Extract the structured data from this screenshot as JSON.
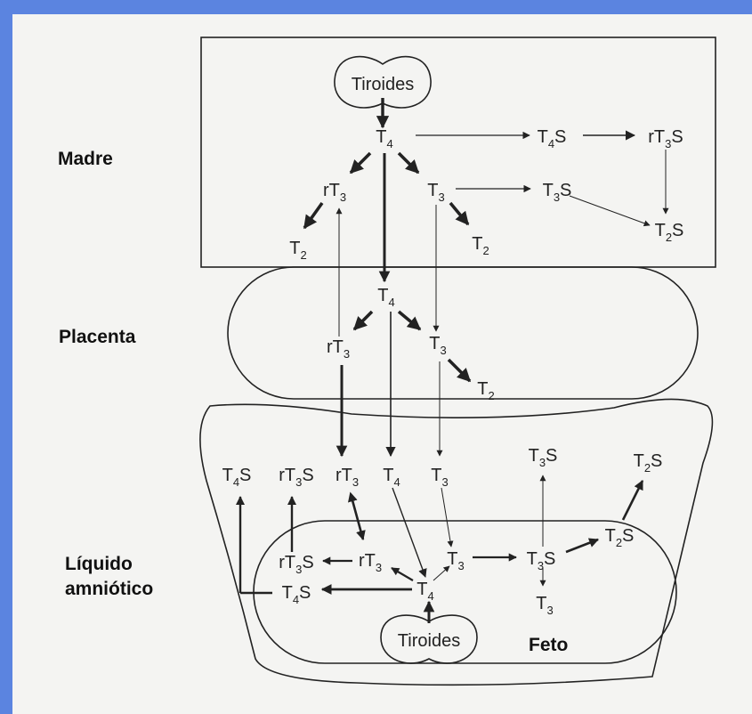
{
  "colors": {
    "frame": "#5b84e0",
    "paper": "#f4f4f2",
    "ink": "#222222"
  },
  "regions": {
    "madre": "Madre",
    "placenta": "Placenta",
    "liquido_1": "Líquido",
    "liquido_2": "amniótico",
    "feto": "Feto"
  },
  "glands": {
    "maternal": "Tiroides",
    "fetal": "Tiroides"
  },
  "nodes": {
    "m_t4": {
      "base": "T",
      "sub": "4",
      "post": ""
    },
    "m_t4s": {
      "base": "T",
      "sub": "4",
      "post": "S"
    },
    "m_rt3s": {
      "base": "rT",
      "sub": "3",
      "post": "S"
    },
    "m_rt3": {
      "base": "rT",
      "sub": "3",
      "post": ""
    },
    "m_t3": {
      "base": "T",
      "sub": "3",
      "post": ""
    },
    "m_t3s": {
      "base": "T",
      "sub": "3",
      "post": "S"
    },
    "m_t2a": {
      "base": "T",
      "sub": "2",
      "post": ""
    },
    "m_t2b": {
      "base": "T",
      "sub": "2",
      "post": ""
    },
    "m_t2s": {
      "base": "T",
      "sub": "2",
      "post": "S"
    },
    "p_t4": {
      "base": "T",
      "sub": "4",
      "post": ""
    },
    "p_rt3": {
      "base": "rT",
      "sub": "3",
      "post": ""
    },
    "p_t3": {
      "base": "T",
      "sub": "3",
      "post": ""
    },
    "p_t2": {
      "base": "T",
      "sub": "2",
      "post": ""
    },
    "a_t4s": {
      "base": "T",
      "sub": "4",
      "post": "S"
    },
    "a_rt3s": {
      "base": "rT",
      "sub": "3",
      "post": "S"
    },
    "a_rt3": {
      "base": "rT",
      "sub": "3",
      "post": ""
    },
    "a_t4": {
      "base": "T",
      "sub": "4",
      "post": ""
    },
    "a_t3": {
      "base": "T",
      "sub": "3",
      "post": ""
    },
    "a_t3s": {
      "base": "T",
      "sub": "3",
      "post": "S"
    },
    "a_t2s": {
      "base": "T",
      "sub": "2",
      "post": "S"
    },
    "f_rt3s": {
      "base": "rT",
      "sub": "3",
      "post": "S"
    },
    "f_rt3": {
      "base": "rT",
      "sub": "3",
      "post": ""
    },
    "f_t3": {
      "base": "T",
      "sub": "3",
      "post": ""
    },
    "f_t3s": {
      "base": "T",
      "sub": "3",
      "post": "S"
    },
    "f_t2s": {
      "base": "T",
      "sub": "2",
      "post": "S"
    },
    "f_t4s": {
      "base": "T",
      "sub": "4",
      "post": "S"
    },
    "f_t4": {
      "base": "T",
      "sub": "4",
      "post": ""
    },
    "f_t3b": {
      "base": "T",
      "sub": "3",
      "post": ""
    }
  }
}
